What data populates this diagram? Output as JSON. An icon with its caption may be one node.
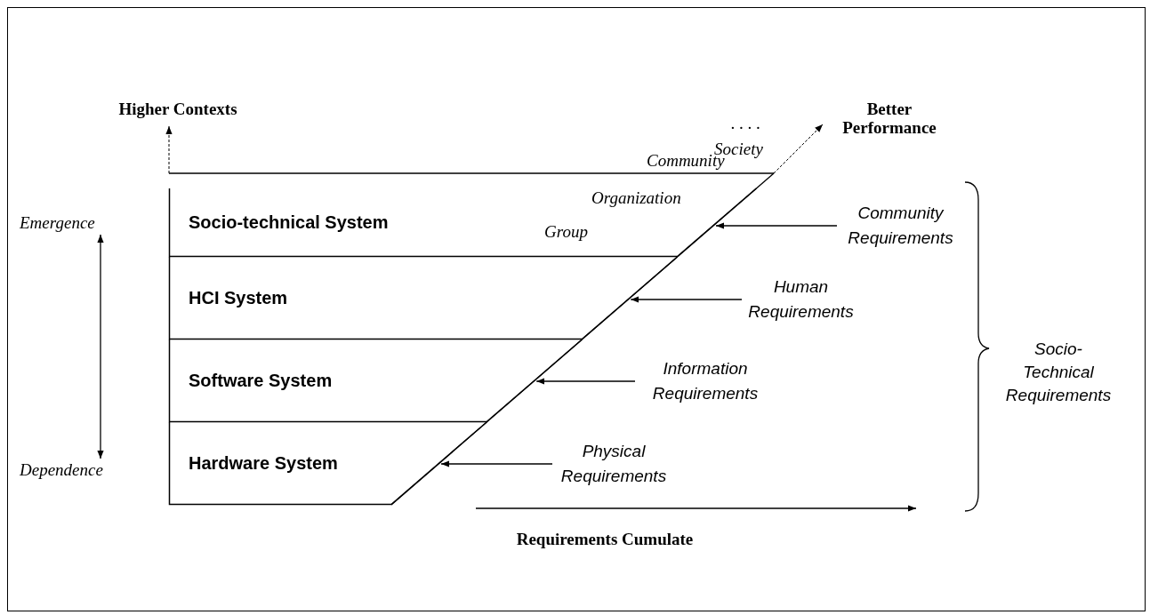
{
  "diagram": {
    "nodes": [
      {
        "text": [
          "Socio-technical System"
        ]
      },
      {
        "text": [
          "HCI System"
        ]
      },
      {
        "text": [
          "Software System"
        ]
      },
      {
        "text": [
          "Hardware System"
        ]
      },
      {
        "text": [
          "Community Requirements"
        ]
      },
      {
        "text": [
          "Human Requirements"
        ]
      },
      {
        "text": [
          "Information Requirements"
        ]
      },
      {
        "text": [
          "Physical Requirements"
        ]
      },
      {
        "text": [
          "Emergence"
        ]
      },
      {
        "text": [
          "Dependence"
        ]
      }
    ],
    "edges": [
      {
        "from": 4,
        "to": 0,
        "arrow": "to"
      },
      {
        "from": 5,
        "to": 1,
        "arrow": "to"
      },
      {
        "from": 6,
        "to": 2,
        "arrow": "to"
      },
      {
        "from": 7,
        "to": 3,
        "arrow": "to"
      },
      {
        "from": 8,
        "to": 9,
        "arrow": "both"
      }
    ],
    "labels": [
      "Higher Contexts",
      "Better Performance",
      ". . . .",
      "Society",
      "Community",
      "Organization",
      "Group",
      "Socio-Technical Requirements",
      "Requirements Cumulate"
    ]
  }
}
